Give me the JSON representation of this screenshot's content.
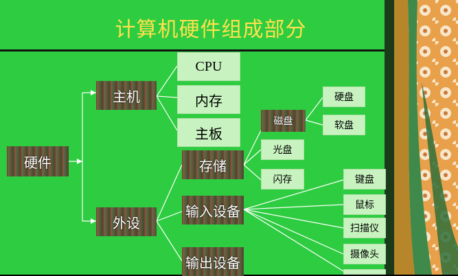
{
  "title": "计算机硬件组成部分",
  "nodes": {
    "hardware": "硬件",
    "host": "主机",
    "peripheral": "外设",
    "cpu": "CPU",
    "memory": "内存",
    "motherboard": "主板",
    "storage": "存储",
    "input": "输入设备",
    "output": "输出设备",
    "magnetic": "磁盘",
    "optical": "光盘",
    "flash": "闪存",
    "harddisk": "硬盘",
    "floppy": "软盘",
    "keyboard": "键盘",
    "mouse": "鼠标",
    "scanner": "扫描仪",
    "camera": "摄像头"
  },
  "colors": {
    "background": "#2ecc40",
    "title": "#ffe14d",
    "box": "#c8f3c0",
    "line": "#ffffff"
  }
}
